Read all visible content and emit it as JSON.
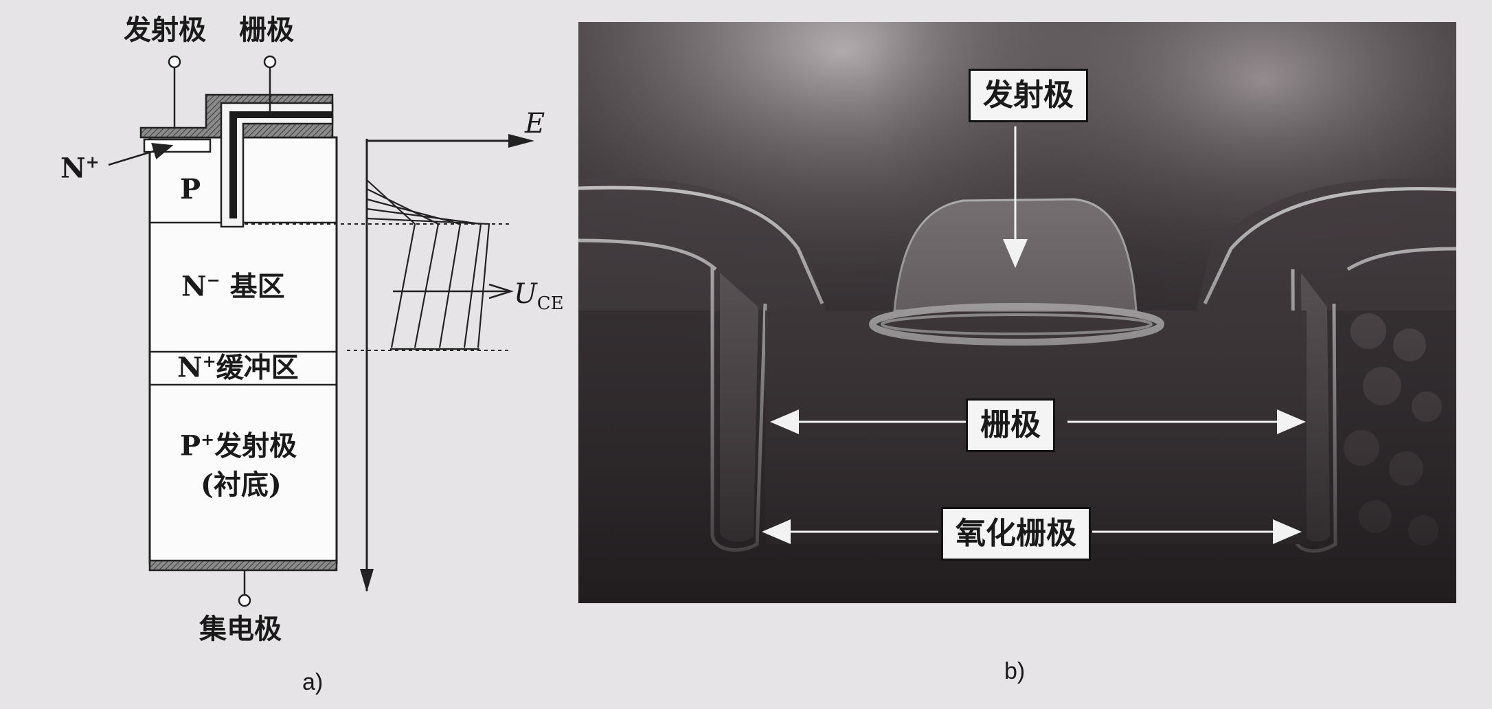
{
  "panel_a": {
    "caption": "a)",
    "emitter_label": "发射极",
    "gate_label": "栅极",
    "n_plus_label": "N",
    "n_plus_sup": "+",
    "p_label": "P",
    "n_minus_label": "N",
    "n_minus_sup": "−",
    "n_minus_suffix": " 基区",
    "buffer_label": "N",
    "buffer_sup": "+",
    "buffer_suffix": "缓冲区",
    "substrate_line1_prefix": "P",
    "substrate_line1_sup": "+",
    "substrate_line1_suffix": "发射极",
    "substrate_line2": "(衬底)",
    "collector_label": "集电极",
    "field_axis_label": "E",
    "voltage_label": "U",
    "voltage_subscript": "CE"
  },
  "panel_b": {
    "caption": "b)",
    "emitter_label": "发射极",
    "gate_label": "栅极",
    "oxide_gate_label": "氧化栅极"
  },
  "colors": {
    "background": "#e6e4e6",
    "metal_hatch": "#6a6a6a",
    "gate_poly": "#1c1c1c",
    "sem_base": "#3a3437"
  }
}
